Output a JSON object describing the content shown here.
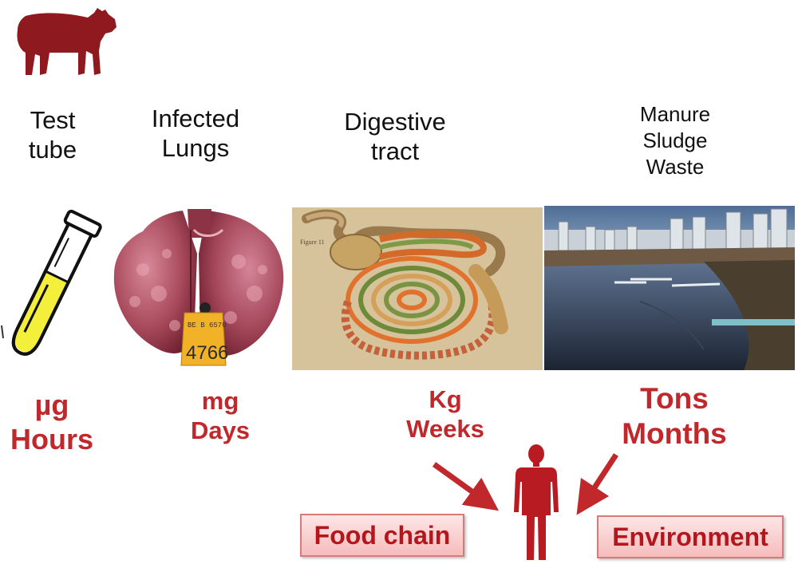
{
  "stages": [
    {
      "lines": [
        "Test",
        "tube"
      ],
      "quantity": [
        "µg",
        "Hours"
      ]
    },
    {
      "lines": [
        "Infected",
        "Lungs"
      ],
      "quantity": [
        "mg",
        "Days"
      ]
    },
    {
      "lines": [
        "Digestive",
        "tract"
      ],
      "quantity": [
        "Kg",
        "Weeks"
      ]
    },
    {
      "lines": [
        "Manure",
        "Sludge",
        "Waste"
      ],
      "quantity": [
        "Tons",
        "Months"
      ]
    }
  ],
  "lung_tag": {
    "top": "BE B 6570",
    "number": "4766"
  },
  "destinations": {
    "food_chain": "Food chain",
    "environment": "Environment"
  },
  "icons": [
    "cow-icon",
    "test-tube-icon",
    "human-icon",
    "arrow-icon"
  ],
  "colors": {
    "accent": "#c0282c",
    "cow": "#8e1a1f",
    "human": "#b81c22"
  }
}
